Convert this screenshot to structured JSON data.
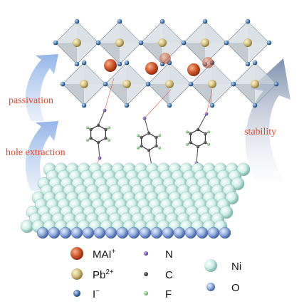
{
  "labels": {
    "passivation": "passivation",
    "hole_extraction": "hole extraction",
    "stability": "stability"
  },
  "legend": [
    {
      "id": "mai",
      "text": "MAI",
      "sup": "+",
      "color": "#cf5a2a"
    },
    {
      "id": "pb",
      "text": "Pb",
      "sup": "2+",
      "color": "#cdb87a"
    },
    {
      "id": "i",
      "text": "I",
      "sup": "−",
      "color": "#3a6ea8"
    },
    {
      "id": "n",
      "text": "N",
      "sup": "",
      "color": "#6a4fb0"
    },
    {
      "id": "c",
      "text": "C",
      "sup": "",
      "color": "#444444"
    },
    {
      "id": "f",
      "text": "F",
      "sup": "",
      "color": "#7ec97a"
    },
    {
      "id": "ni",
      "text": "Ni",
      "sup": "",
      "color": "#bfe3dc"
    },
    {
      "id": "o",
      "text": "O",
      "sup": "",
      "color": "#7f9fd0"
    }
  ],
  "colors": {
    "arrow_left": "#a9c4ea",
    "arrow_right_top": "#8da0ba",
    "octahedron": "#b9c3cc",
    "label_red": "#e0492a"
  }
}
